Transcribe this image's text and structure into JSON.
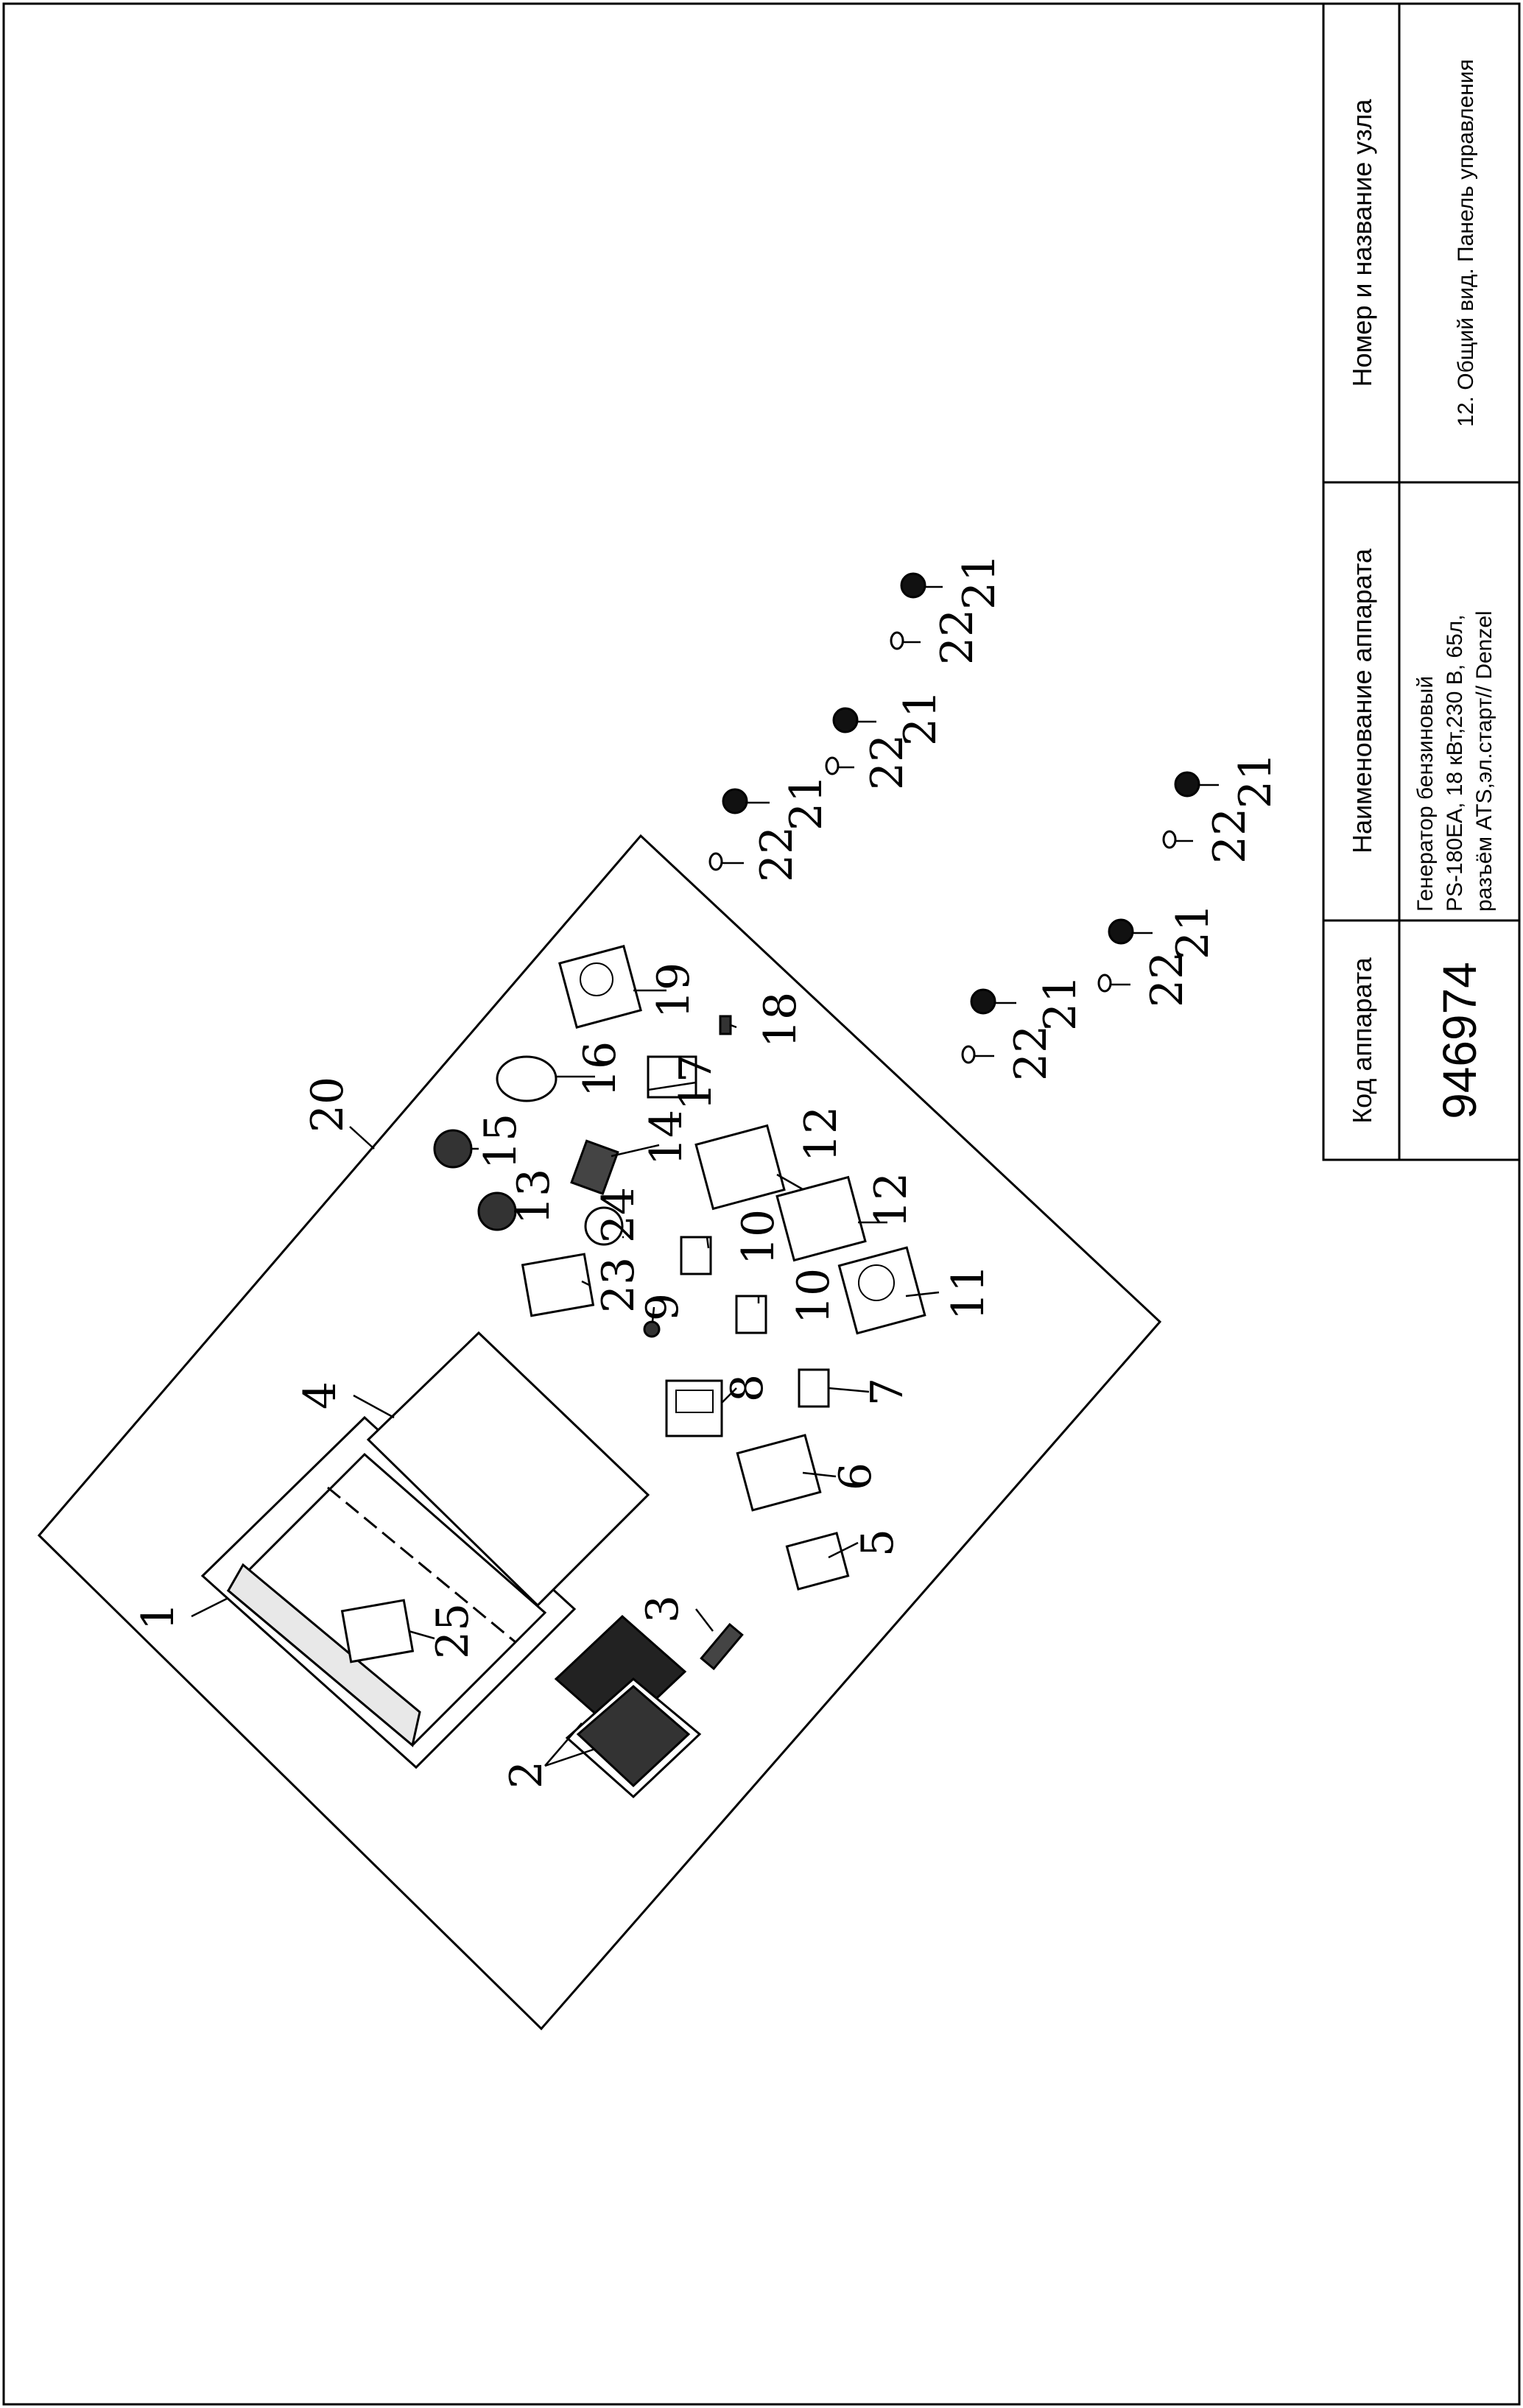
{
  "title_block": {
    "col1_header": "Код аппарата",
    "col1_value": "946974",
    "col2_header": "Наименование аппарата",
    "col2_value_line1": "Генератор бензиновый",
    "col2_value_line2": "PS-180EA, 18 кВт,230 В, 65л,",
    "col2_value_line3": "разъём ATS,эл.старт// Denzel",
    "col3_header": "Номер и название узла",
    "col3_value": "12. Общий вид. Панель управления"
  },
  "callouts": [
    "1",
    "2",
    "3",
    "4",
    "5",
    "6",
    "7",
    "8",
    "9",
    "10",
    "10",
    "11",
    "12",
    "12",
    "13",
    "14",
    "15",
    "16",
    "17",
    "18",
    "19",
    "20",
    "21",
    "21",
    "21",
    "21",
    "21",
    "21",
    "22",
    "22",
    "22",
    "22",
    "22",
    "22",
    "23",
    "24",
    "25"
  ]
}
